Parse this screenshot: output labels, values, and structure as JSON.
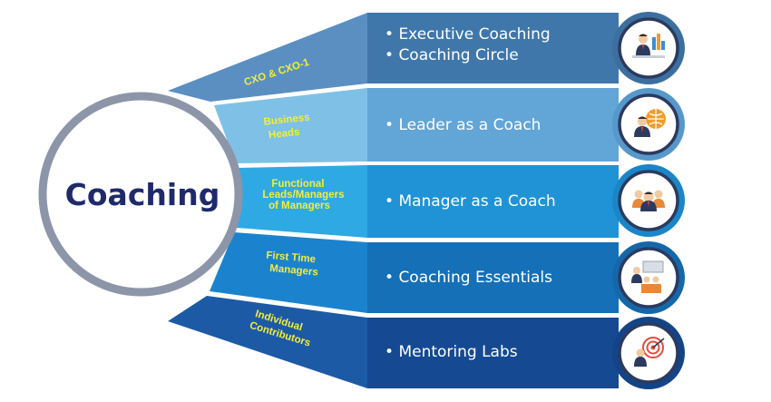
{
  "center": {
    "title": "Coaching",
    "ring_color": "#8c96a8",
    "title_color": "#1f2a6b"
  },
  "label_color": "#f2ee3a",
  "tiers": [
    {
      "label_lines": [
        "CXO & CXO-1"
      ],
      "programs": [
        "Executive Coaching",
        "Coaching Circle"
      ],
      "icon": "executive-presentation-icon",
      "wedge_color": "#5b8fc2",
      "bar_color": "#3f77ab",
      "badge_color": "#3c6f9f"
    },
    {
      "label_lines": [
        "Business",
        "Heads"
      ],
      "programs": [
        "Leader as a Coach"
      ],
      "icon": "leader-globe-icon",
      "wedge_color": "#7fc0e6",
      "bar_color": "#62a5d7",
      "badge_color": "#5798cb"
    },
    {
      "label_lines": [
        "Functional",
        "Leads/Managers",
        "of Managers"
      ],
      "programs": [
        "Manager as a Coach"
      ],
      "icon": "team-group-icon",
      "wedge_color": "#2fa9e3",
      "bar_color": "#1f93d6",
      "badge_color": "#1a86c8"
    },
    {
      "label_lines": [
        "First Time",
        "Managers"
      ],
      "programs": [
        "Coaching Essentials"
      ],
      "icon": "trainer-audience-icon",
      "wedge_color": "#1b83cd",
      "bar_color": "#1570b8",
      "badge_color": "#1468aa"
    },
    {
      "label_lines": [
        "Individual",
        "Contributors"
      ],
      "programs": [
        "Mentoring Labs"
      ],
      "icon": "target-person-icon",
      "wedge_color": "#1d5aa6",
      "bar_color": "#154a92",
      "badge_color": "#134488"
    }
  ]
}
